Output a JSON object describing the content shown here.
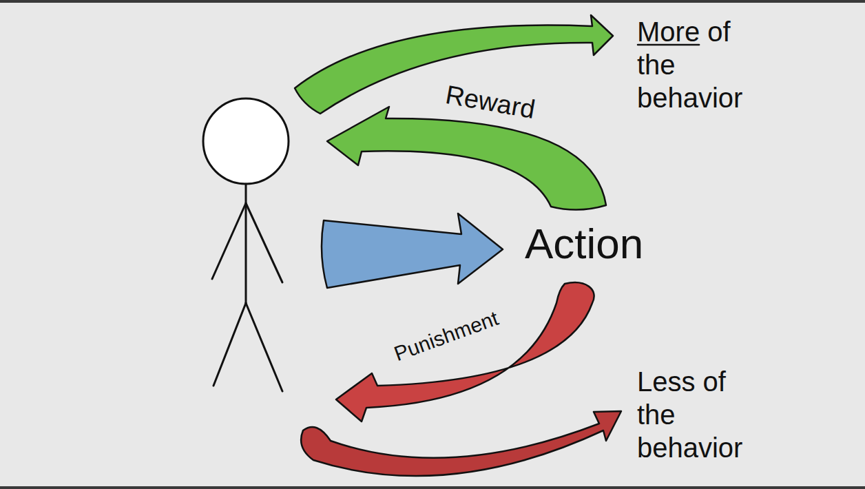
{
  "diagram": {
    "labels": [
      "More of the behavior",
      "Reward",
      "Action",
      "Punishment",
      "Less of the behavior"
    ]
  }
}
